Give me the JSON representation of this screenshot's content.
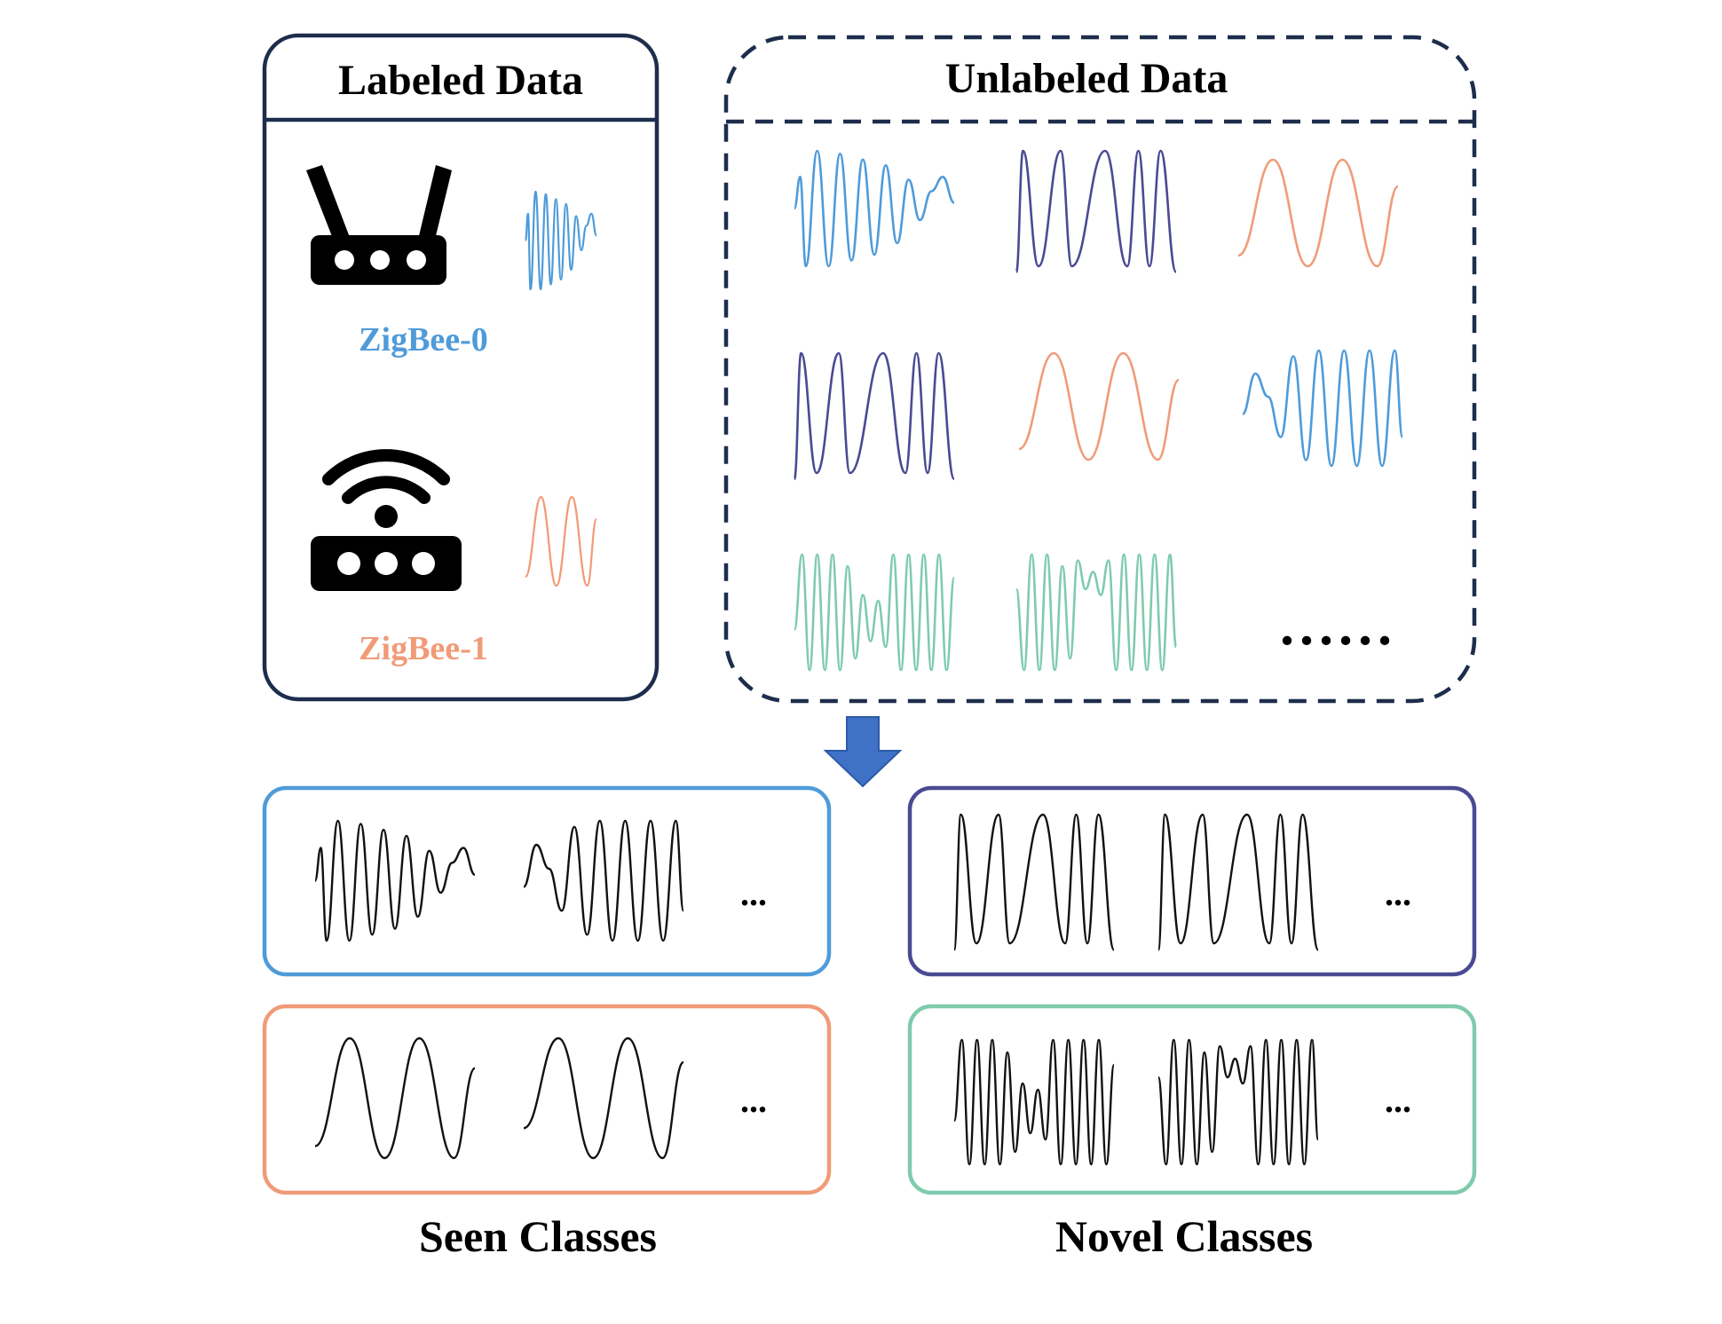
{
  "labeled": {
    "title": "Labeled Data",
    "devices": [
      {
        "label": "ZigBee-0",
        "icon": "router-antenna-icon",
        "color": "#4f9bd9"
      },
      {
        "label": "ZigBee-1",
        "icon": "wifi-router-icon",
        "color": "#f09b78"
      }
    ]
  },
  "unlabeled": {
    "title": "Unlabeled Data",
    "ellipsis": "......"
  },
  "results": {
    "seen_title": "Seen Classes",
    "novel_title": "Novel Classes",
    "ellipsis": "..."
  },
  "colors": {
    "navy": "#1d2d4c",
    "blue": "#4f9bd9",
    "orange": "#f09b78",
    "purple": "#4a4a94",
    "teal": "#7fcbad",
    "arrow": "#3f72c6",
    "wave_black": "#111111"
  }
}
